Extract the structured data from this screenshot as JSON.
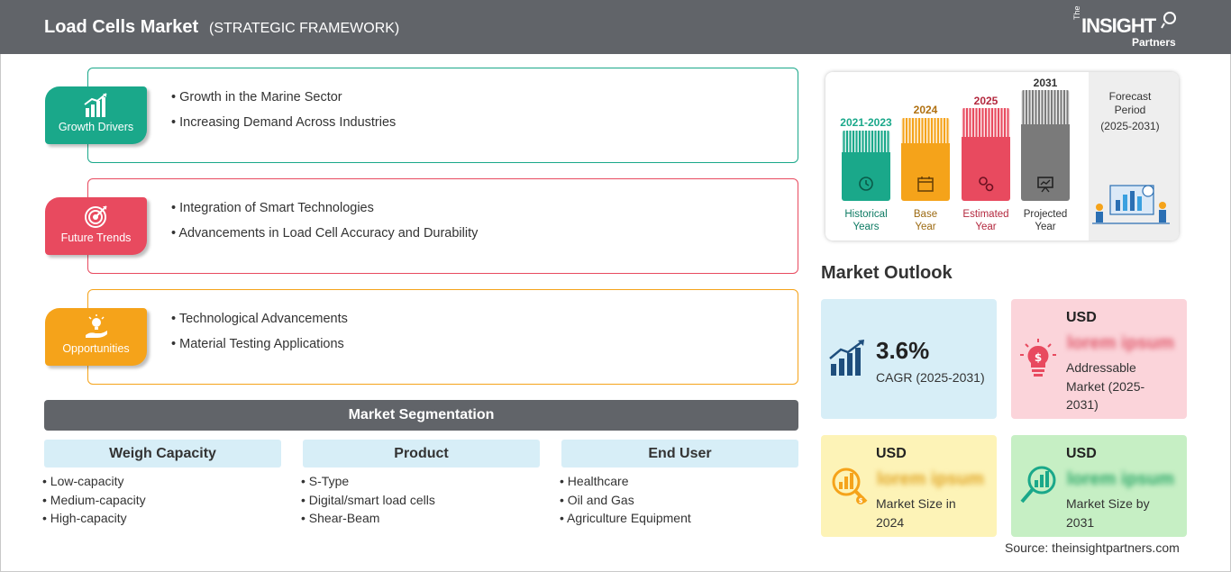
{
  "header": {
    "title": "Load Cells Market",
    "subtitle": "(STRATEGIC FRAMEWORK)",
    "logo": {
      "the": "The",
      "insight": "INSIGHT",
      "partners": "Partners"
    }
  },
  "colors": {
    "growth": "#1aa88a",
    "trends": "#e84a5f",
    "opportunities": "#f5a31a",
    "header": "#616469"
  },
  "framework": [
    {
      "label": "Growth Drivers",
      "icon": "bar-chart-up-icon",
      "items": [
        "Growth in the Marine Sector",
        "Increasing Demand Across Industries"
      ]
    },
    {
      "label": "Future Trends",
      "icon": "target-icon",
      "items": [
        "Integration of Smart Technologies",
        "Advancements in Load Cell Accuracy and Durability"
      ]
    },
    {
      "label": "Opportunities",
      "icon": "lightbulb-hand-icon",
      "items": [
        "Technological Advancements",
        "Material Testing Applications"
      ]
    }
  ],
  "segmentation": {
    "title": "Market Segmentation",
    "columns": [
      {
        "heading": "Weigh Capacity",
        "items": [
          "Low-capacity",
          "Medium-capacity",
          "High-capacity"
        ]
      },
      {
        "heading": "Product",
        "items": [
          "S-Type",
          "Digital/smart load cells",
          "Shear-Beam"
        ]
      },
      {
        "heading": "End User",
        "items": [
          "Healthcare",
          "Oil and Gas",
          "Agriculture Equipment"
        ]
      }
    ]
  },
  "timeline": {
    "columns": [
      {
        "year": "2021-2023",
        "line1": "Historical",
        "line2": "Years",
        "color": "#1aa88a",
        "icon": "history-icon"
      },
      {
        "year": "2024",
        "line1": "Base",
        "line2": "Year",
        "color": "#f5a31a",
        "icon": "calendar-icon"
      },
      {
        "year": "2025",
        "line1": "Estimated",
        "line2": "Year",
        "color": "#e84a5f",
        "icon": "gears-icon"
      },
      {
        "year": "2031",
        "line1": "Projected",
        "line2": "Year",
        "color": "#7a7a7a",
        "icon": "presentation-icon"
      }
    ],
    "forecast": {
      "line1": "Forecast",
      "line2": "Period",
      "range": "(2025-2031)"
    }
  },
  "outlook": {
    "title": "Market Outlook",
    "cagr": {
      "value": "3.6%",
      "label": "CAGR (2025-2031)"
    },
    "addressable": {
      "currency": "USD",
      "value": "lorem ipsum",
      "label": "Addressable Market (2025-2031)"
    },
    "size2024": {
      "currency": "USD",
      "value": "lorem ipsum",
      "label": "Market Size in 2024"
    },
    "size2031": {
      "currency": "USD",
      "value": "lorem ipsum",
      "label": "Market Size by 2031"
    }
  },
  "source": "Source: theinsightpartners.com"
}
